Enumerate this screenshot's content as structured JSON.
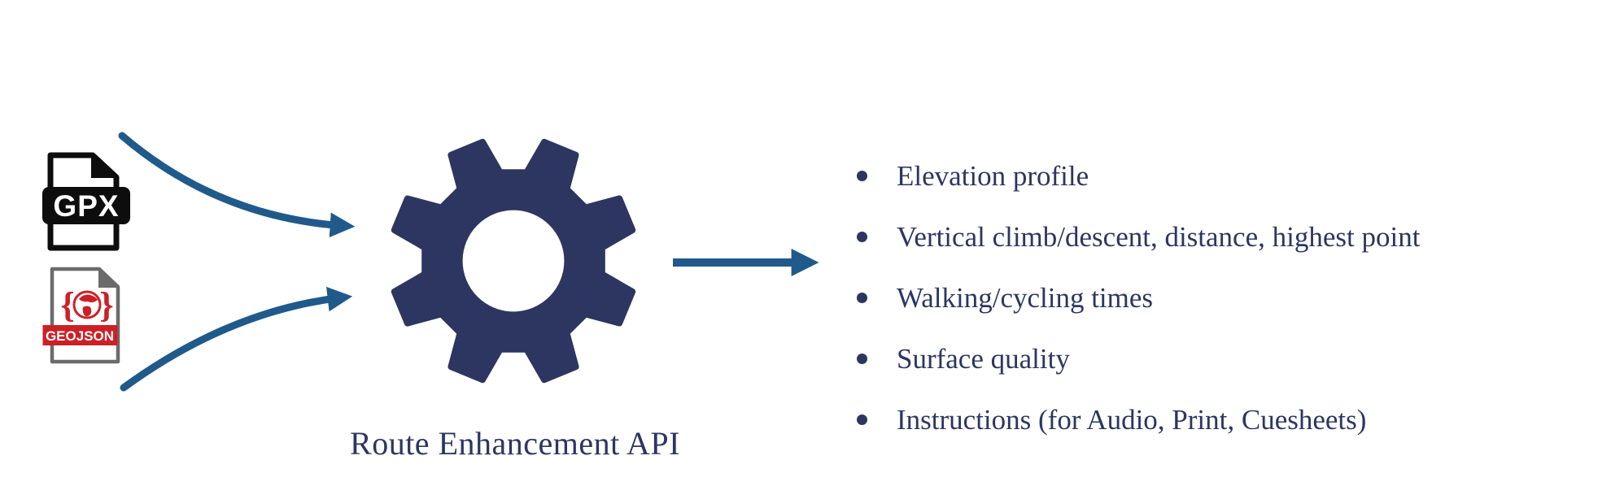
{
  "diagram": {
    "inputs": {
      "gpx": {
        "icon": "gpx-file-icon",
        "label": "GPX"
      },
      "geojson": {
        "icon": "geojson-file-icon",
        "label": "GEOJSON",
        "brace_left": "{",
        "brace_right": "}"
      }
    },
    "processor": {
      "icon": "gear-icon",
      "label": "Route Enhancement API"
    },
    "outputs": {
      "items": [
        "Elevation profile",
        "Vertical climb/descent, distance, highest point",
        "Walking/cycling times",
        "Surface quality",
        "Instructions (for Audio, Print, Cuesheets)"
      ]
    },
    "connectors": [
      "gpx-to-api-arrow",
      "geojson-to-api-arrow",
      "api-to-outputs-arrow"
    ]
  },
  "colors": {
    "navy": "#2d3660",
    "arrow_blue": "#1f5a8b",
    "geojson_red": "#cc2027",
    "file_gray": "#6b6b6b",
    "gpx_black": "#0d0d0d",
    "background": "#ffffff"
  }
}
